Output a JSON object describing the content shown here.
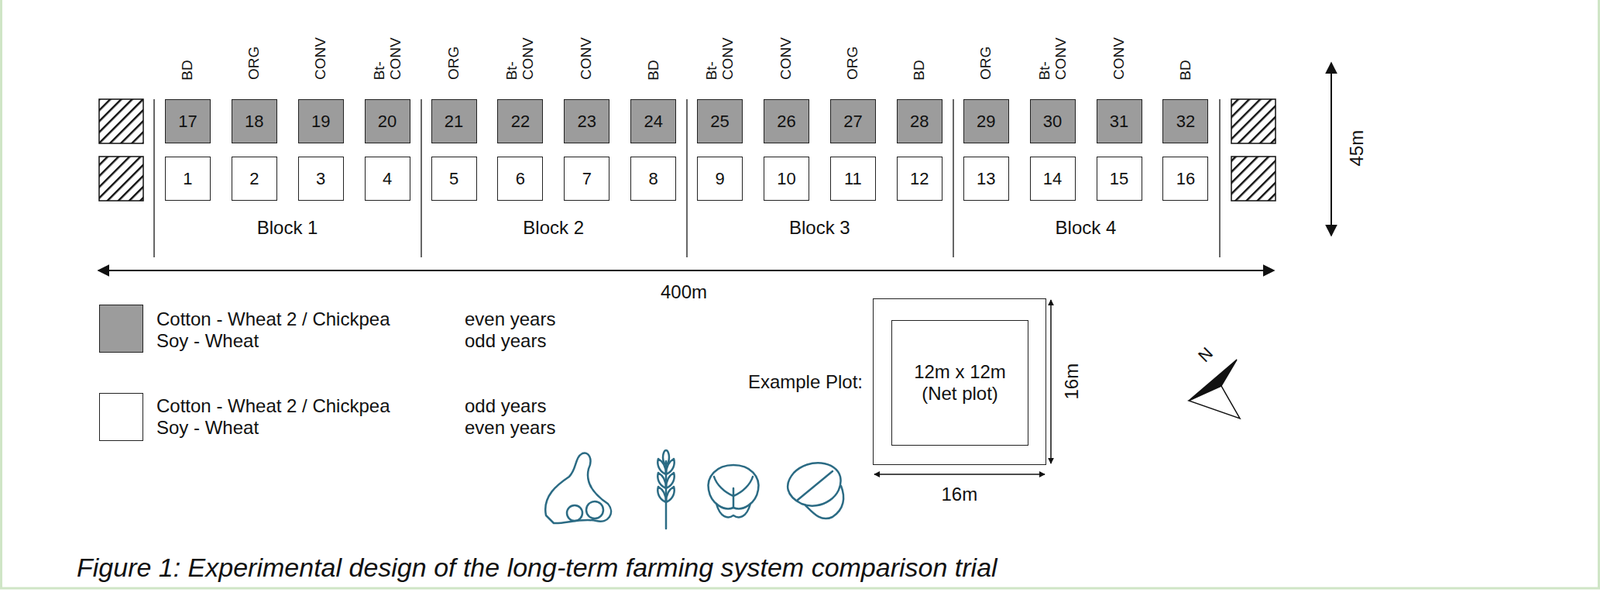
{
  "diagram": {
    "caption": "Figure 1: Experimental design of the long-term farming system comparison trial",
    "nodes": [
      {
        "text": [
          "17"
        ]
      },
      {
        "text": [
          "18"
        ]
      },
      {
        "text": [
          "19"
        ]
      },
      {
        "text": [
          "20"
        ]
      },
      {
        "text": [
          "21"
        ]
      },
      {
        "text": [
          "22"
        ]
      },
      {
        "text": [
          "23"
        ]
      },
      {
        "text": [
          "24"
        ]
      },
      {
        "text": [
          "25"
        ]
      },
      {
        "text": [
          "26"
        ]
      },
      {
        "text": [
          "27"
        ]
      },
      {
        "text": [
          "28"
        ]
      },
      {
        "text": [
          "29"
        ]
      },
      {
        "text": [
          "30"
        ]
      },
      {
        "text": [
          "31"
        ]
      },
      {
        "text": [
          "32"
        ]
      },
      {
        "text": [
          "1"
        ]
      },
      {
        "text": [
          "2"
        ]
      },
      {
        "text": [
          "3"
        ]
      },
      {
        "text": [
          "4"
        ]
      },
      {
        "text": [
          "5"
        ]
      },
      {
        "text": [
          "6"
        ]
      },
      {
        "text": [
          "7"
        ]
      },
      {
        "text": [
          "8"
        ]
      },
      {
        "text": [
          "9"
        ]
      },
      {
        "text": [
          "10"
        ]
      },
      {
        "text": [
          "11"
        ]
      },
      {
        "text": [
          "12"
        ]
      },
      {
        "text": [
          "13"
        ]
      },
      {
        "text": [
          "14"
        ]
      },
      {
        "text": [
          "15"
        ]
      },
      {
        "text": [
          "16"
        ]
      },
      {
        "text": [
          "Example Plot:"
        ]
      },
      {
        "text": [
          "12m x 12m (Net plot)"
        ],
        "in": 32
      }
    ],
    "labels": [
      "BD",
      "ORG",
      "CONV",
      "Bt- CONV",
      "ORG",
      "Bt- CONV",
      "CONV",
      "BD",
      "Bt- CONV",
      "CONV",
      "ORG",
      "BD",
      "ORG",
      "Bt- CONV",
      "CONV",
      "BD",
      "Block 1",
      "Block 2",
      "Block 3",
      "Block 4",
      "400m",
      "45m",
      "even years",
      "odd years",
      "odd years",
      "even years",
      "16m",
      "16m",
      "N"
    ],
    "legend": [
      {
        "text": "Cotton - Wheat 2 / Chickpea",
        "color": "#9c9c9c"
      },
      {
        "text": "Soy - Wheat",
        "color": "#9c9c9c"
      },
      {
        "text": "Cotton - Wheat 2 / Chickpea",
        "color": "#ffffff"
      },
      {
        "text": "Soy - Wheat",
        "color": "#ffffff"
      }
    ]
  }
}
